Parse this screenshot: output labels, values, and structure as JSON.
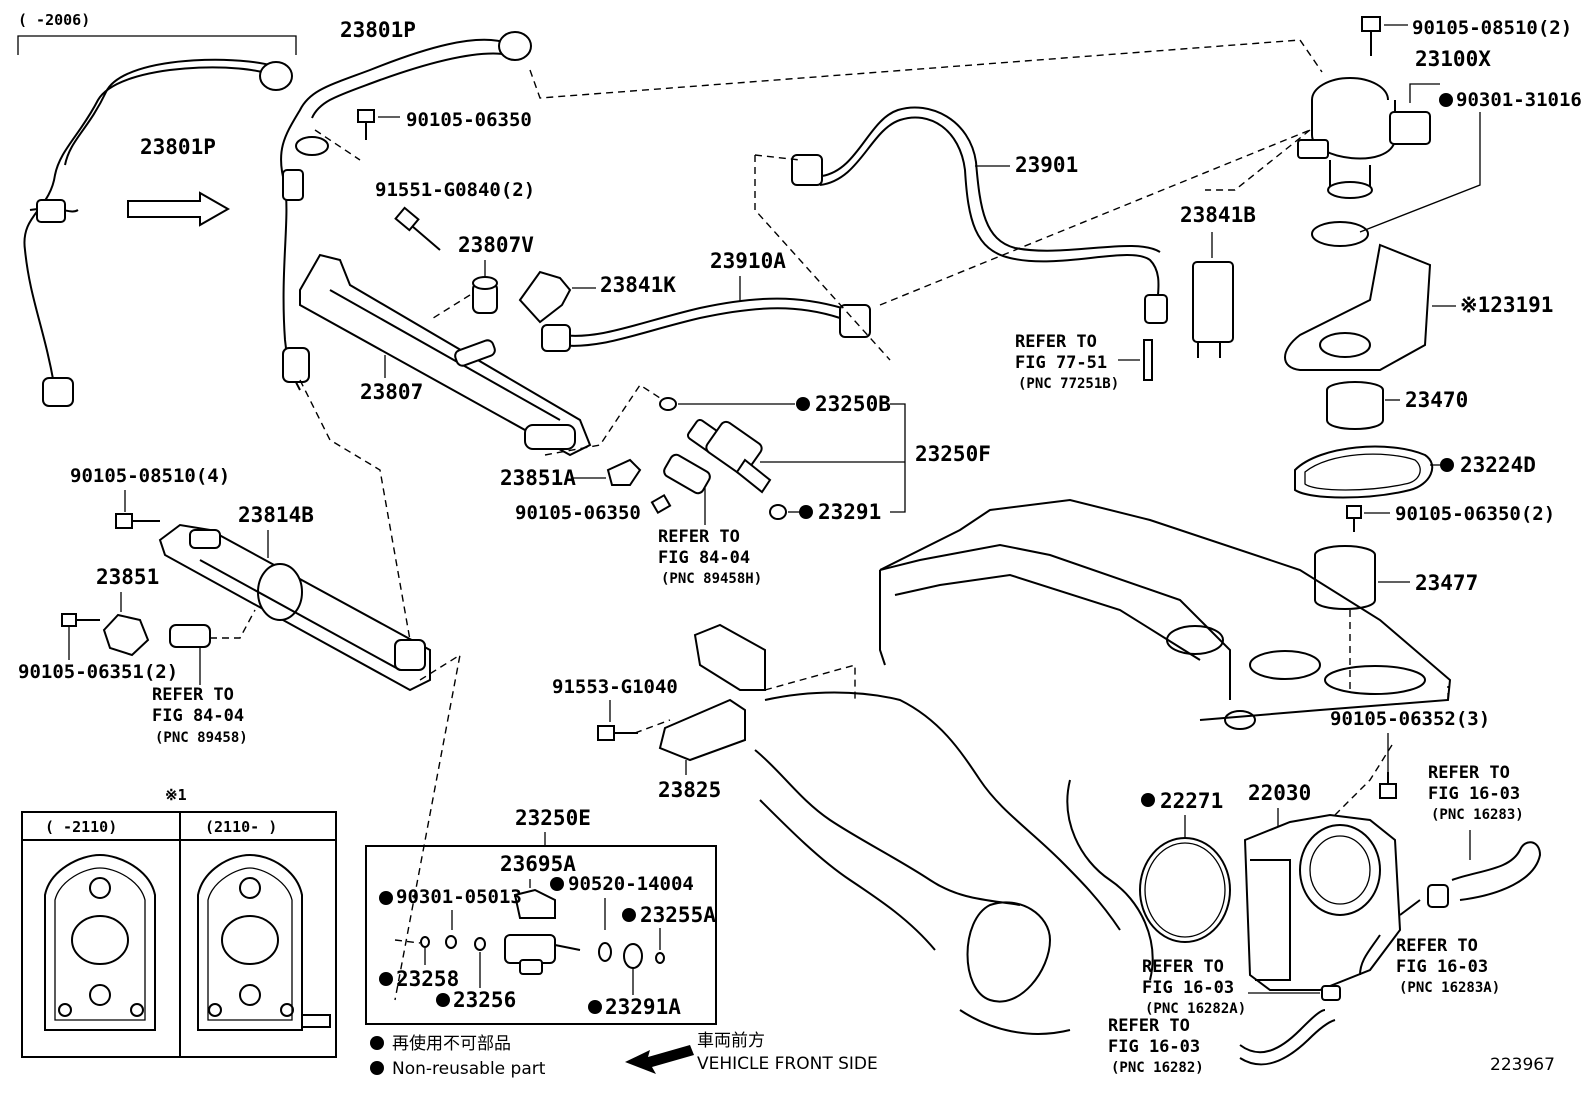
{
  "top_left_range": "(    -2006)",
  "parts": {
    "p23801P_left": "23801P",
    "p23801P_top": "23801P",
    "p90105_06350_top": "90105-06350",
    "p91551": "91551-G0840(2)",
    "p23807V": "23807V",
    "p23841K": "23841K",
    "p23910A": "23910A",
    "p23901": "23901",
    "p90105_08510_2": "90105-08510(2)",
    "p23100X": "23100X",
    "p90301_31016": "90301-31016",
    "p23841B": "23841B",
    "p23191": "※123191",
    "p23807": "23807",
    "p23250B": "23250B",
    "p23250F": "23250F",
    "p23470": "23470",
    "p23224D": "23224D",
    "p23851A": "23851A",
    "p90105_06350_mid": "90105-06350",
    "p23291": "23291",
    "p90105_06350_2": "90105-06350(2)",
    "p90105_08510_4": "90105-08510(4)",
    "p23814B": "23814B",
    "p23851": "23851",
    "p23477": "23477",
    "p90105_06351": "90105-06351(2)",
    "p91553": "91553-G1040",
    "p90105_06352": "90105-06352(3)",
    "p23825": "23825",
    "p22271": "22271",
    "p22030": "22030",
    "p23250E": "23250E",
    "p23695A": "23695A",
    "p90301_05013": "90301-05013",
    "p90520_14004": "90520-14004",
    "p23255A": "23255A",
    "p23258": "23258",
    "p23256": "23256",
    "p23291A": "23291A"
  },
  "refs": {
    "r77_51": {
      "l1": "REFER TO",
      "l2": "FIG 77-51",
      "l3": "(PNC 77251B)"
    },
    "r84_04_mid": {
      "l1": "REFER TO",
      "l2": "FIG 84-04",
      "l3": "(PNC 89458H)"
    },
    "r84_04_left": {
      "l1": "REFER TO",
      "l2": "FIG 84-04",
      "l3": "(PNC 89458)"
    },
    "r16_03_a": {
      "l1": "REFER TO",
      "l2": "FIG 16-03",
      "l3": "(PNC 16283)"
    },
    "r16_03_b": {
      "l1": "REFER TO",
      "l2": "FIG 16-03",
      "l3": "(PNC 16283A)"
    },
    "r16_03_c": {
      "l1": "REFER TO",
      "l2": "FIG 16-03",
      "l3": "(PNC 16282A)"
    },
    "r16_03_d": {
      "l1": "REFER TO",
      "l2": "FIG 16-03",
      "l3": "(PNC 16282)"
    }
  },
  "inset": {
    "mark": "※1",
    "col1": "(    -2110)",
    "col2": "(2110-     )"
  },
  "legend": {
    "jp": "再使用不可部品",
    "en": "Non-reusable part",
    "front_jp": "車両前方",
    "front_en": "VEHICLE FRONT SIDE"
  },
  "figure_id": "223967"
}
